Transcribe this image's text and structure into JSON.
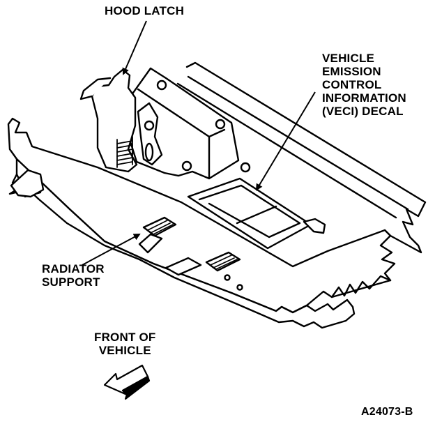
{
  "diagram": {
    "labels": {
      "hood_latch": "HOOD LATCH",
      "veci_decal": [
        "VEHICLE",
        "EMISSION",
        "CONTROL",
        "INFORMATION",
        "(VECI) DECAL"
      ],
      "radiator_support": [
        "RADIATOR",
        "SUPPORT"
      ],
      "front_of_vehicle": [
        "FRONT OF",
        "VEHICLE"
      ],
      "figure_code": "A24073-B"
    },
    "colors": {
      "ink": "#000000",
      "paper": "#ffffff"
    },
    "icons": {
      "front_direction": "arrow-down-left-icon"
    }
  }
}
